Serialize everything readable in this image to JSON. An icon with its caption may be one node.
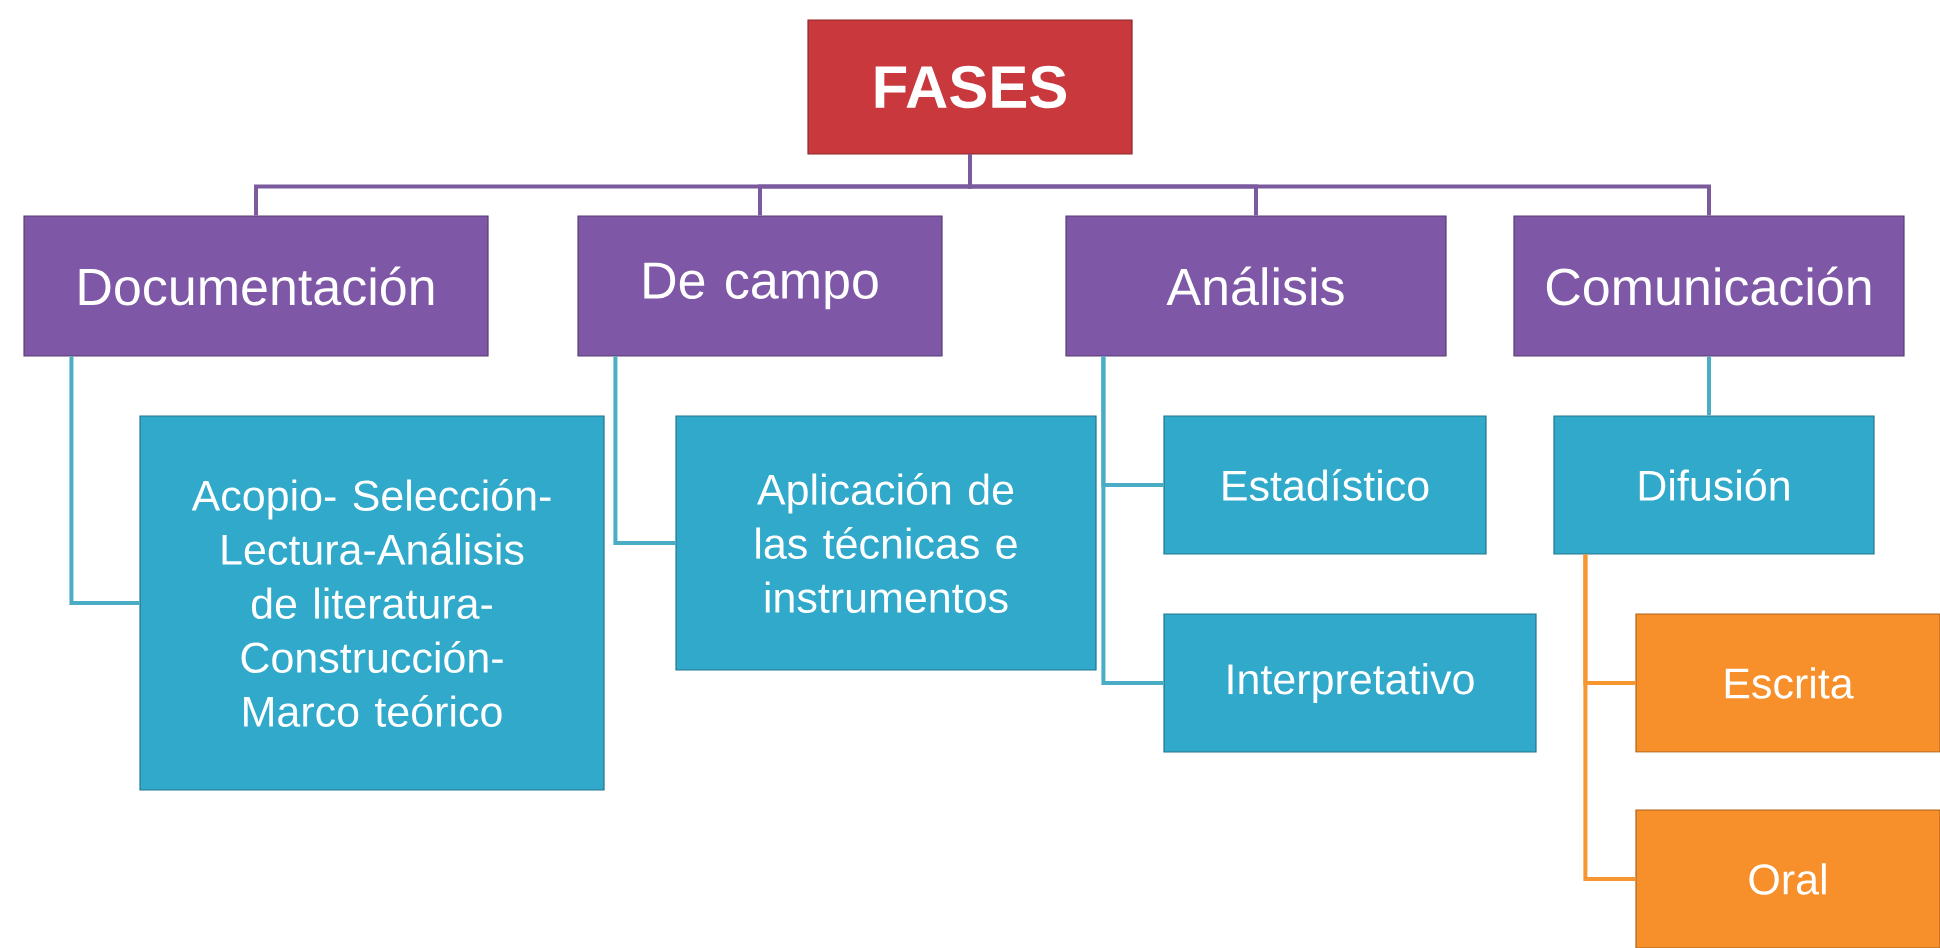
{
  "diagram": {
    "nodes": [
      {
        "text": [
          "FASES"
        ]
      },
      {
        "text": [
          "Documentación"
        ]
      },
      {
        "text": [
          "De campo"
        ]
      },
      {
        "text": [
          "Análisis"
        ]
      },
      {
        "text": [
          "Comunicación"
        ]
      },
      {
        "text": [
          "Acopio- Selección- Lectura-Análisis de literatura- Construcción- Marco teórico"
        ]
      },
      {
        "text": [
          "Aplicación de las técnicas e instrumentos"
        ]
      },
      {
        "text": [
          "Estadístico"
        ]
      },
      {
        "text": [
          "Interpretativo"
        ]
      },
      {
        "text": [
          "Difusión"
        ]
      },
      {
        "text": [
          "Escrita"
        ]
      },
      {
        "text": [
          "Oral"
        ]
      }
    ],
    "edges": [
      {
        "from": 0,
        "to": 1,
        "arrow": "none",
        "color": "#7b5a9e"
      },
      {
        "from": 0,
        "to": 2,
        "arrow": "none",
        "color": "#7b5a9e"
      },
      {
        "from": 0,
        "to": 3,
        "arrow": "none",
        "color": "#7b5a9e"
      },
      {
        "from": 0,
        "to": 4,
        "arrow": "none",
        "color": "#7b5a9e"
      },
      {
        "from": 1,
        "to": 5,
        "arrow": "none"
      },
      {
        "from": 2,
        "to": 6,
        "arrow": "none"
      },
      {
        "from": 3,
        "to": 7,
        "arrow": "none"
      },
      {
        "from": 3,
        "to": 8,
        "arrow": "none"
      },
      {
        "from": 4,
        "to": 9,
        "arrow": "none"
      },
      {
        "from": 9,
        "to": 10,
        "arrow": "none",
        "color": "#f7962f"
      },
      {
        "from": 9,
        "to": 11,
        "arrow": "none",
        "color": "#f7962f"
      }
    ]
  }
}
